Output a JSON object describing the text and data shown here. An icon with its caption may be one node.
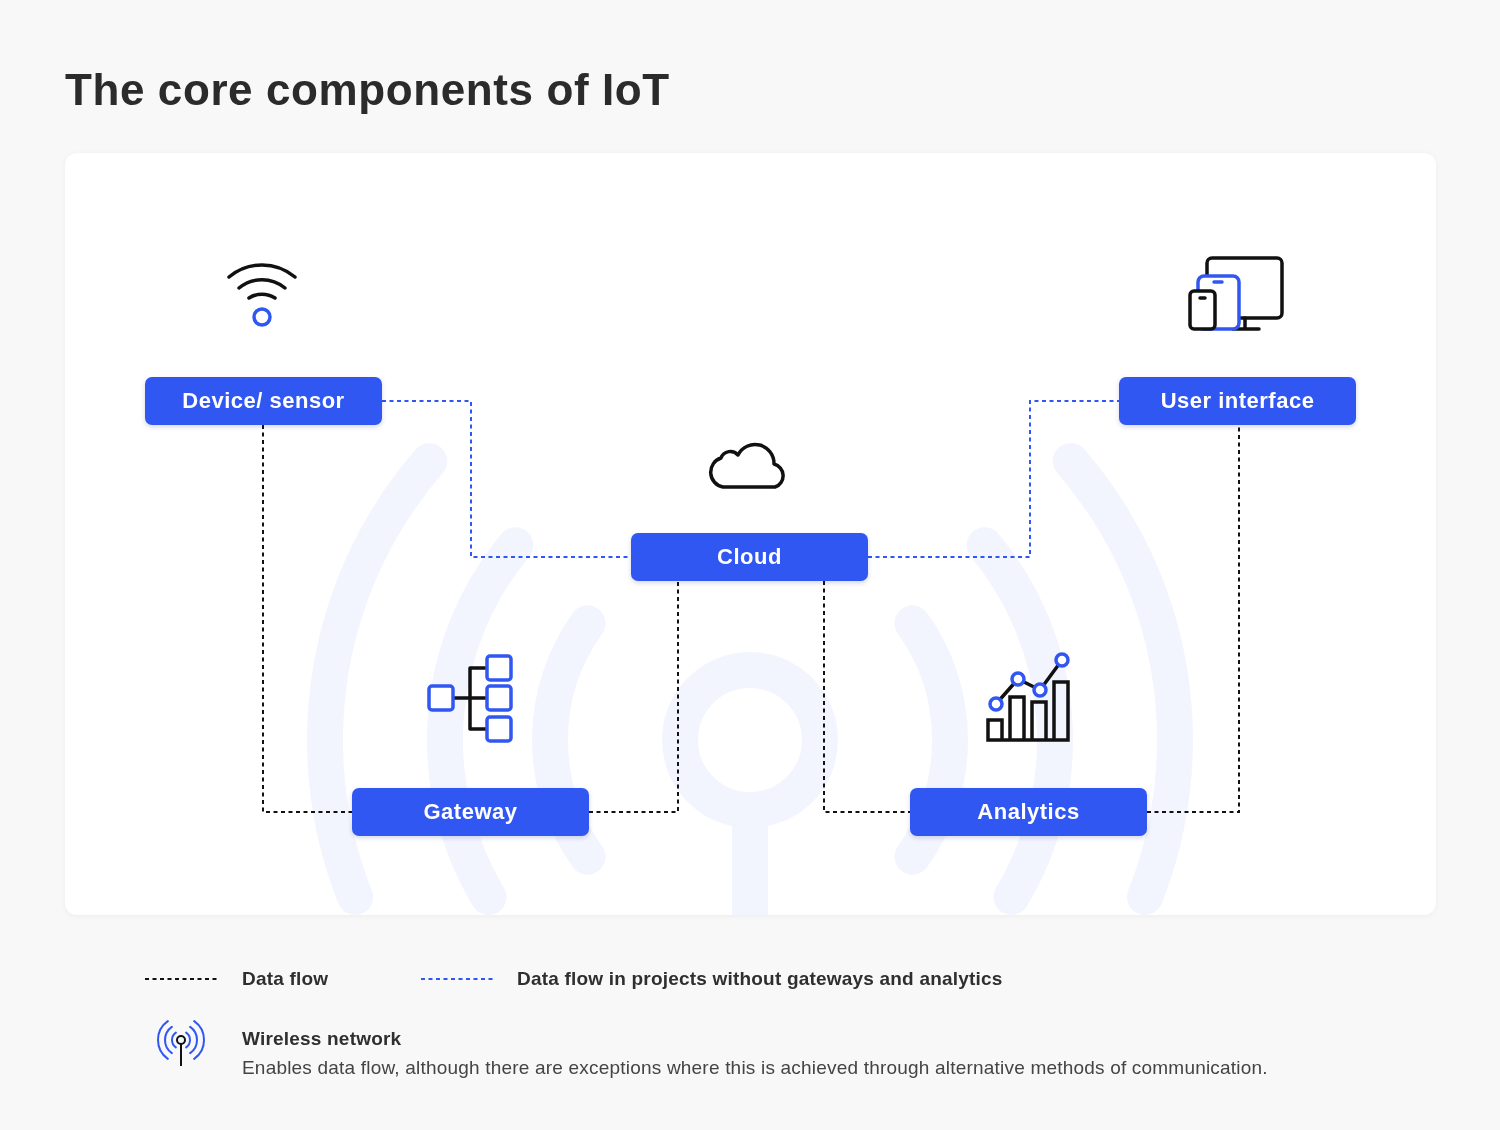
{
  "diagram": {
    "title": "The core components of IoT",
    "nodes": [
      {
        "text": [
          "Device/ sensor"
        ]
      },
      {
        "text": [
          "User interface"
        ]
      },
      {
        "text": [
          "Cloud"
        ]
      },
      {
        "text": [
          "Gateway"
        ]
      },
      {
        "text": [
          "Analytics"
        ]
      }
    ],
    "edges": [
      {
        "from": 0,
        "to": 3,
        "arrow": "none",
        "style": "dashed"
      },
      {
        "from": 0,
        "to": 2,
        "arrow": "none",
        "style": "dashed",
        "color": "#3057f2"
      },
      {
        "from": 3,
        "to": 2,
        "arrow": "none",
        "style": "dashed"
      },
      {
        "from": 2,
        "to": 4,
        "arrow": "none",
        "style": "dashed"
      },
      {
        "from": 4,
        "to": 1,
        "arrow": "none",
        "style": "dashed"
      },
      {
        "from": 2,
        "to": 1,
        "arrow": "none",
        "style": "dashed",
        "color": "#3057f2"
      }
    ],
    "labels": [
      "Enables data flow, although there are exceptions where this is achieved through alternative methods of communication."
    ],
    "legend": [
      {
        "text": "Data flow"
      },
      {
        "text": "Data flow in projects without gateways and analytics"
      },
      {
        "text": "Wireless network"
      }
    ]
  }
}
